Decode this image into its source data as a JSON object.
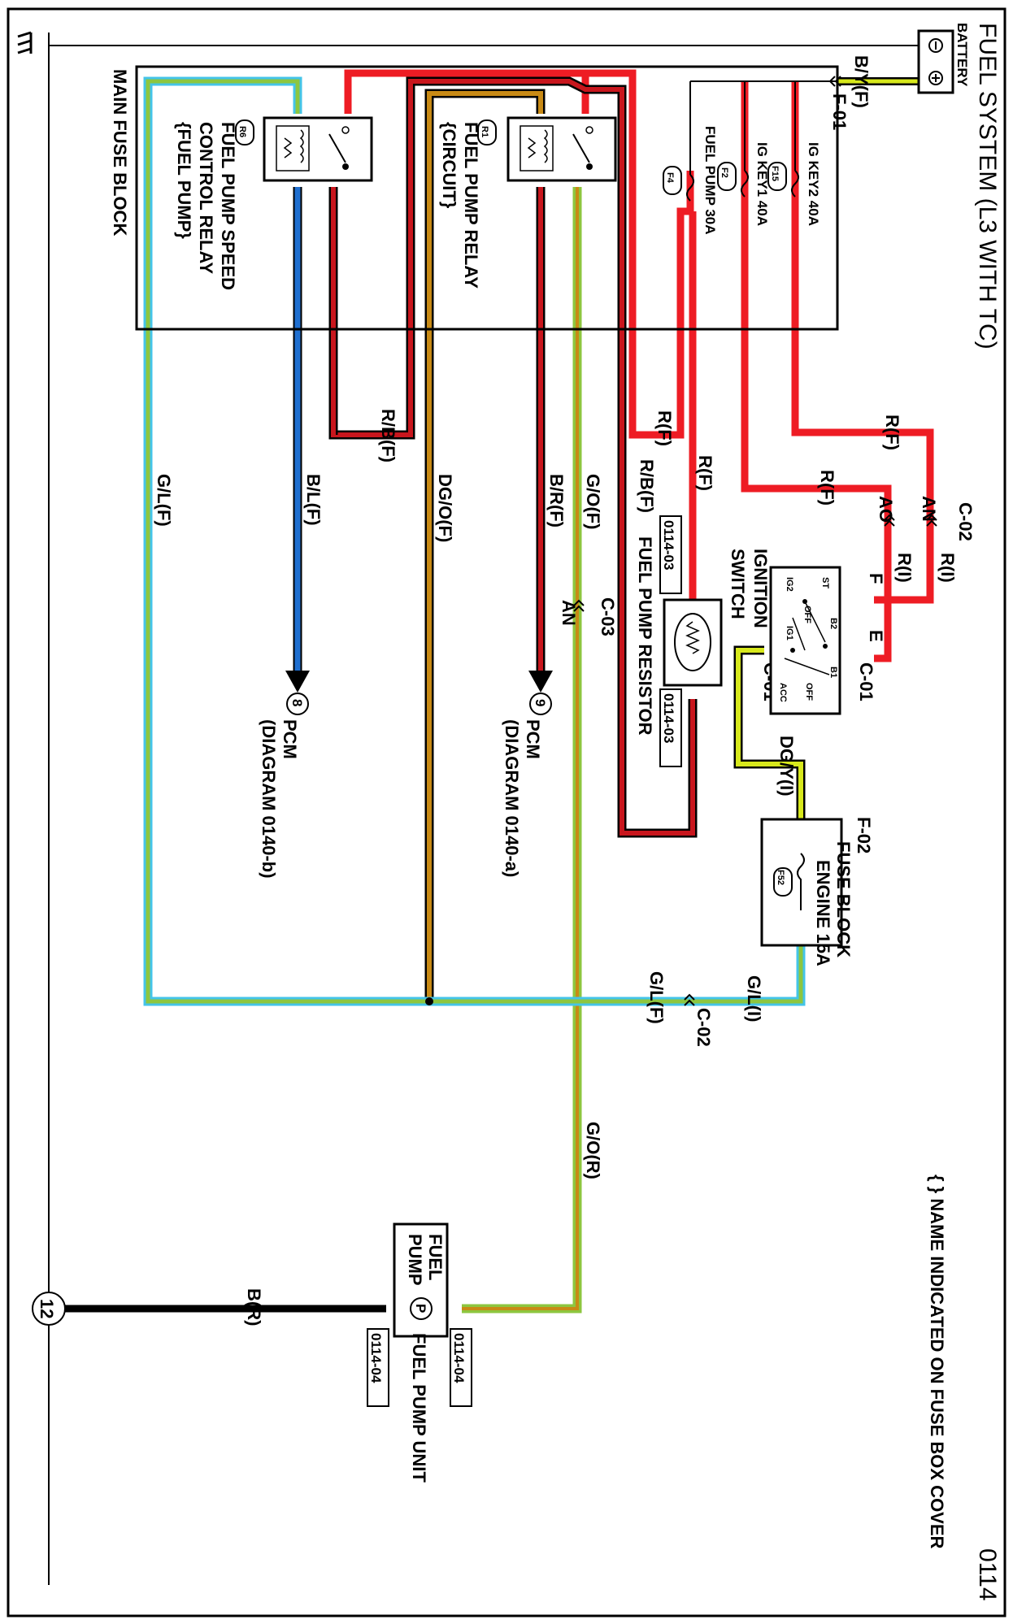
{
  "title": "FUEL SYSTEM (L3 WITH TC)",
  "page_number": "0114",
  "note": "{ } NAME INDICATED ON FUSE BOX COVER",
  "battery_label": "BATTERY",
  "colors": {
    "red": "#ee1c24",
    "dark_red": "#c8161d",
    "blue": "#1f6fd0",
    "green": "#8dc63f",
    "yellow_green": "#d7e81c",
    "brown": "#c88a15",
    "cyan": "#44c4e8",
    "black": "#000000"
  },
  "main_fuse_block": {
    "label": "MAIN FUSE BLOCK",
    "fuses": [
      {
        "id": "F4",
        "label": "FUEL PUMP 30A"
      },
      {
        "id": "F2",
        "label": "IG KEY1 40A"
      },
      {
        "id": "F15",
        "label": "IG KEY2 40A"
      }
    ]
  },
  "relays": [
    {
      "id": "R1",
      "lines": [
        "FUEL PUMP RELAY",
        "{CIRCUIT}"
      ]
    },
    {
      "id": "R6",
      "lines": [
        "FUEL PUMP SPEED",
        "CONTROL RELAY",
        "{FUEL PUMP}"
      ]
    }
  ],
  "connectors": {
    "f01": "F-01",
    "c02": "C-02",
    "c02b": "C-02",
    "c03": "C-03",
    "c01a": "C-01",
    "c01b": "C-01",
    "f02": "F-02"
  },
  "wire_labels": {
    "by_f": "B/Y(F)",
    "r_f_1": "R(F)",
    "r_f_2": "R(F)",
    "r_f_3": "R(F)",
    "r_f_4": "R(F)",
    "r_i_1": "R(I)",
    "r_i_2": "R(I)",
    "rb_f_1": "R/B(F)",
    "rb_f_2": "R/B(F)",
    "gl_f_1": "G/L(F)",
    "gl_f_2": "G/L(F)",
    "gl_i": "G/L(I)",
    "bl_f": "B/L(F)",
    "dgo_f": "DG/O(F)",
    "br_f": "B/R(F)",
    "go_f": "G/O(F)",
    "go_r": "G/O(R)",
    "dgy_i": "DG/Y(I)",
    "b_r": "B(R)"
  },
  "pins": {
    "an_1": "AN",
    "ao": "AO",
    "an_2": "AN",
    "f": "F",
    "e": "E"
  },
  "ignition_switch": {
    "lines": [
      "IGNITION",
      "SWITCH"
    ],
    "terminals": [
      "ST",
      "IG2",
      "OFF",
      "IG1",
      "B2",
      "B1",
      "ACC",
      "OFF"
    ]
  },
  "fuel_pump_resistor": {
    "label": "FUEL PUMP RESISTOR",
    "ref_top": "0114-03",
    "ref_bottom": "0114-03"
  },
  "engine_fuse_block": {
    "label": "FUSE BLOCK",
    "fuse": "ENGINE 15A",
    "fuse_id": "F52"
  },
  "pcm": [
    {
      "pin": "9",
      "label": "PCM",
      "ref": "(DIAGRAM 0140-a)"
    },
    {
      "pin": "8",
      "label": "PCM",
      "ref": "(DIAGRAM 0140-b)"
    }
  ],
  "fuel_pump": {
    "box_lines": [
      "FUEL",
      "PUMP"
    ],
    "symbol": "P",
    "unit_label": "FUEL PUMP UNIT",
    "ref_top": "0114-04",
    "ref_bottom": "0114-04"
  },
  "ground": {
    "number": "12"
  }
}
